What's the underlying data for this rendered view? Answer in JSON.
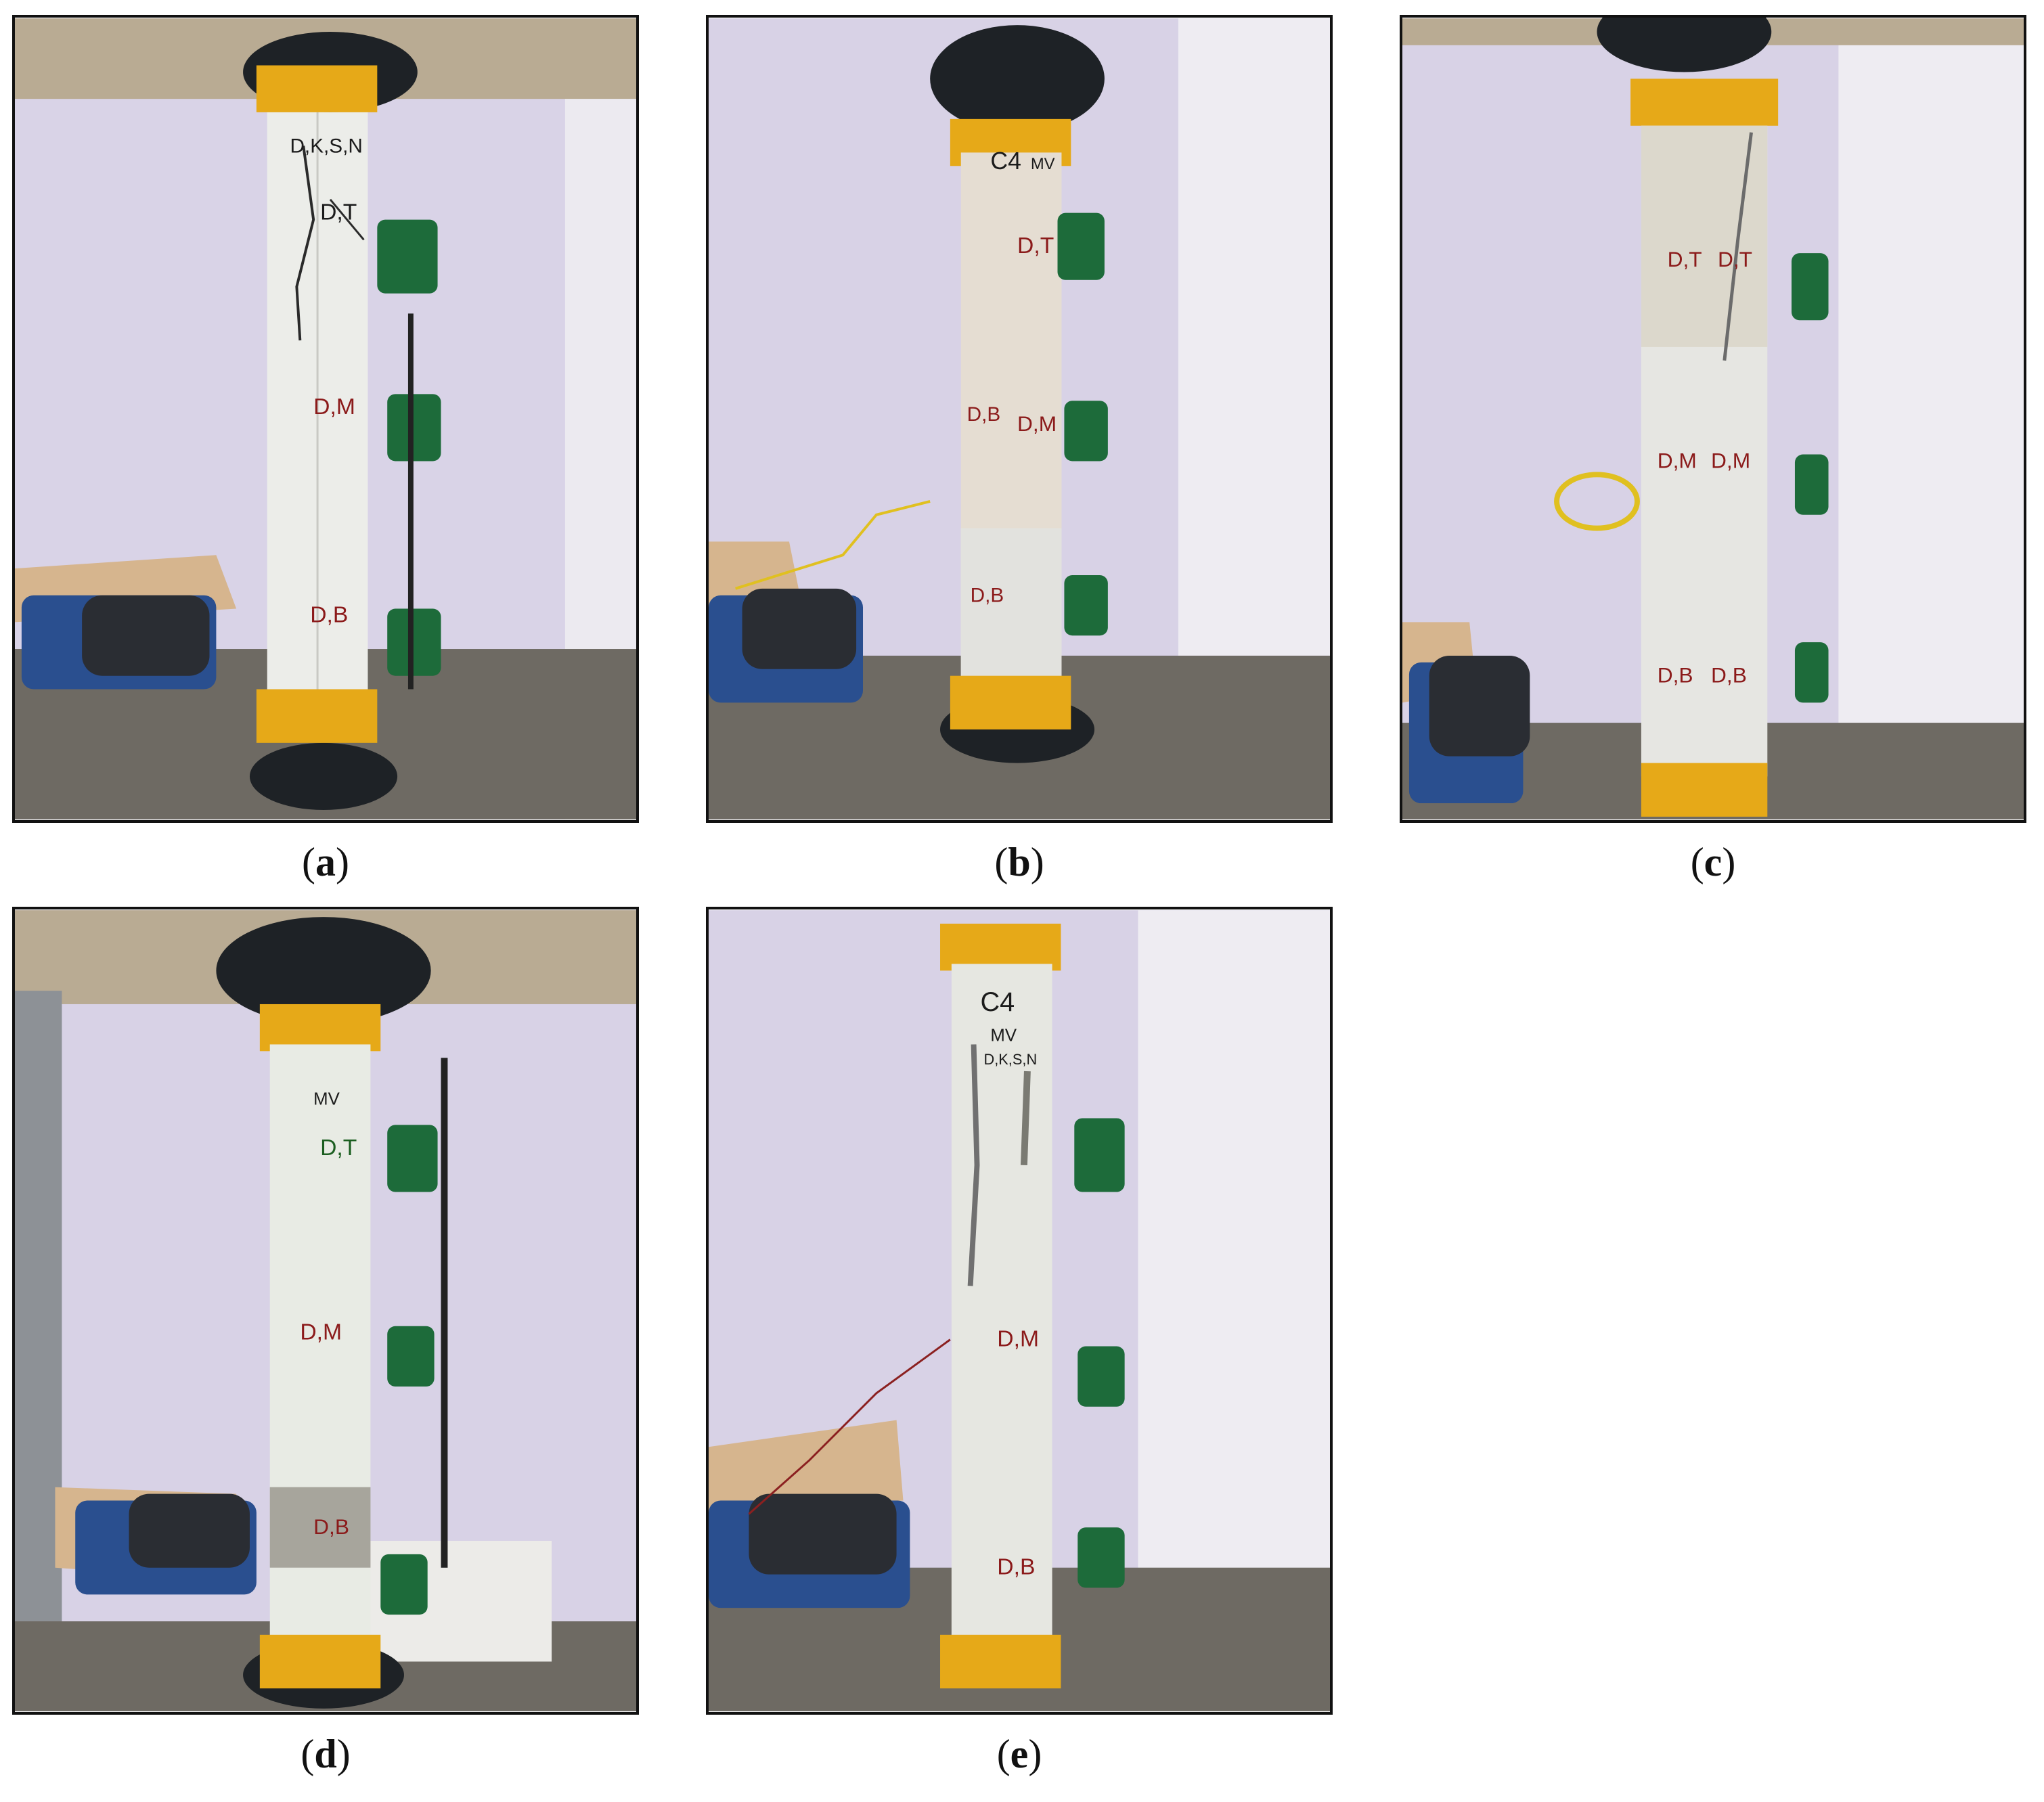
{
  "figure": {
    "panels": [
      {
        "id": "a",
        "caption_open": "(",
        "caption_letter": "a",
        "caption_close": ")",
        "labels": [
          {
            "text": "D,K,S,N",
            "color": "#1b1b1b"
          },
          {
            "text": "D,T",
            "color": "#1b1b1b"
          },
          {
            "text": "D,M",
            "color": "#8b1a1a"
          },
          {
            "text": "D,B",
            "color": "#8b1a1a"
          }
        ]
      },
      {
        "id": "b",
        "caption_open": "(",
        "caption_letter": "b",
        "caption_close": ")",
        "labels": [
          {
            "text": "C4",
            "color": "#1b1b1b"
          },
          {
            "text": "MV",
            "color": "#1b1b1b"
          },
          {
            "text": "D,T",
            "color": "#8b1a1a"
          },
          {
            "text": "D,B",
            "color": "#8b1a1a"
          },
          {
            "text": "D,M",
            "color": "#8b1a1a"
          },
          {
            "text": "D,B",
            "color": "#8b1a1a"
          }
        ]
      },
      {
        "id": "c",
        "caption_open": "(",
        "caption_letter": "c",
        "caption_close": ")",
        "labels": [
          {
            "text": "D,T",
            "color": "#8b1a1a"
          },
          {
            "text": "D,T",
            "color": "#8b1a1a"
          },
          {
            "text": "D,M",
            "color": "#8b1a1a"
          },
          {
            "text": "D,M",
            "color": "#8b1a1a"
          },
          {
            "text": "D,B",
            "color": "#8b1a1a"
          },
          {
            "text": "D,B",
            "color": "#8b1a1a"
          }
        ]
      },
      {
        "id": "d",
        "caption_open": "(",
        "caption_letter": "d",
        "caption_close": ")",
        "labels": [
          {
            "text": "MV",
            "color": "#1b1b1b"
          },
          {
            "text": "D,T",
            "color": "#1b5e20"
          },
          {
            "text": "D,M",
            "color": "#8b1a1a"
          },
          {
            "text": "D,B",
            "color": "#8b1a1a"
          }
        ]
      },
      {
        "id": "e",
        "caption_open": "(",
        "caption_letter": "e",
        "caption_close": ")",
        "labels": [
          {
            "text": "C4",
            "color": "#1b1b1b"
          },
          {
            "text": "MV",
            "color": "#1b1b1b"
          },
          {
            "text": "D,K,S,N",
            "color": "#1b1b1b"
          },
          {
            "text": "D,M",
            "color": "#8b1a1a"
          },
          {
            "text": "D,B",
            "color": "#8b1a1a"
          }
        ]
      }
    ]
  },
  "colors": {
    "wall": "#d8d2e6",
    "cap": "#e6a918",
    "column": "#e9eae6",
    "platen": "#1e2226",
    "floor": "#6e6a63",
    "gauge": "#1d6b3a",
    "frame": "#111111"
  }
}
